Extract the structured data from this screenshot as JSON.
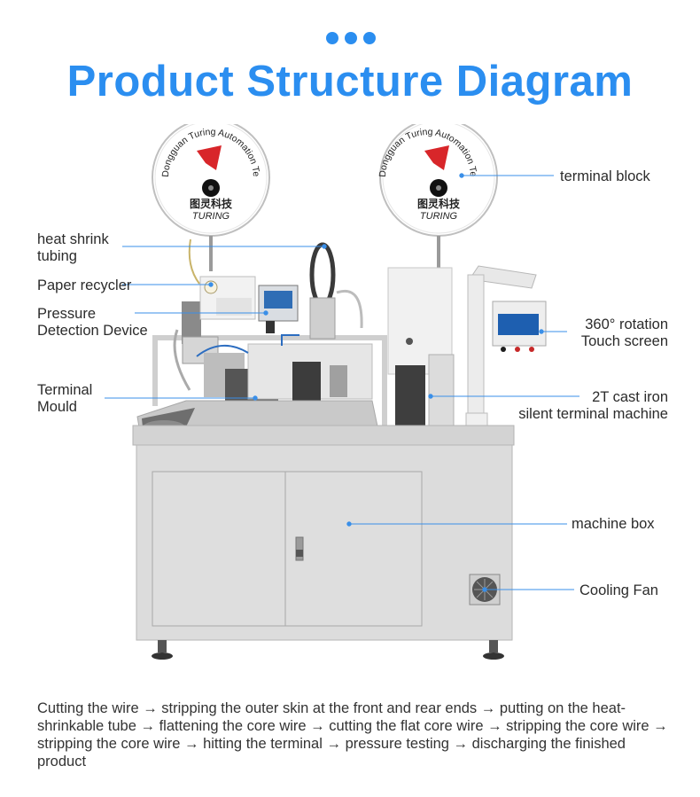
{
  "title": "Product Structure Diagram",
  "colors": {
    "accent": "#2b8ef0",
    "leader": "#3a8fe8",
    "frame": "#d9d9d9",
    "cabinet": "#dcdcdc"
  },
  "brand": {
    "arc_text": "Dongguan Turing Automation Technology Co., Ltd.",
    "chinese": "图灵科技",
    "logo_text": "TURING"
  },
  "labels": {
    "terminal_block": "terminal block",
    "heat_shrink_1": "heat shrink",
    "heat_shrink_2": "tubing",
    "paper_recycler": "Paper recycler",
    "pressure_1": "Pressure",
    "pressure_2": "Detection Device",
    "rotation_1": "360° rotation",
    "rotation_2": "Touch screen",
    "mould_1": "Terminal",
    "mould_2": "Mould",
    "cast_1": "2T cast iron",
    "cast_2": "silent terminal machine",
    "machine_box": "machine box",
    "cooling_fan": "Cooling Fan"
  },
  "description": "Cutting the wire → stripping the outer skin at the front and rear ends → putting on the heat-shrinkable tube → flattening the core wire → cutting the flat core wire → stripping the core wire → stripping the core wire → hitting the terminal → pressure testing → discharging the finished product"
}
